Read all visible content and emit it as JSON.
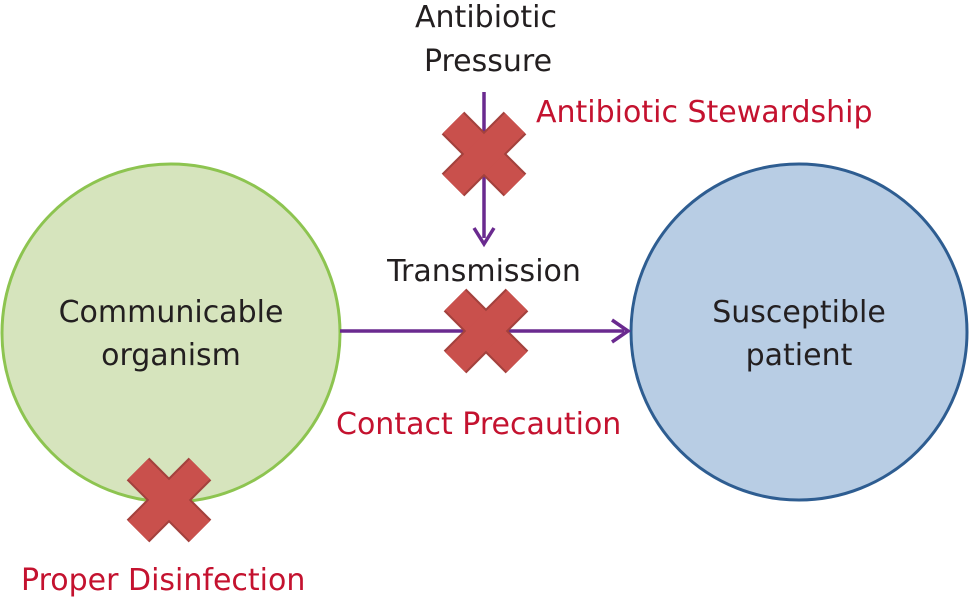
{
  "nodes": {
    "source": {
      "line1": "Communicable",
      "line2": "organism",
      "fill": "#d6e4bd",
      "stroke": "#8dc450"
    },
    "target": {
      "line1": "Susceptible",
      "line2": "patient",
      "fill": "#b8cde4",
      "stroke": "#2e5d91"
    }
  },
  "labels": {
    "pressure_line1": "Antibiotic",
    "pressure_line2": "Pressure",
    "transmission": "Transmission"
  },
  "interventions": {
    "stewardship": "Antibiotic Stewardship",
    "contact": "Contact Precaution",
    "disinfection": "Proper Disinfection"
  },
  "colors": {
    "arrow": "#6a2a8f",
    "cross": "#c9504c",
    "cross_edge": "#a3413d",
    "intervention_text": "#c4122f",
    "text": "#231f20"
  },
  "icons": {
    "cross": "x-cross-icon"
  }
}
